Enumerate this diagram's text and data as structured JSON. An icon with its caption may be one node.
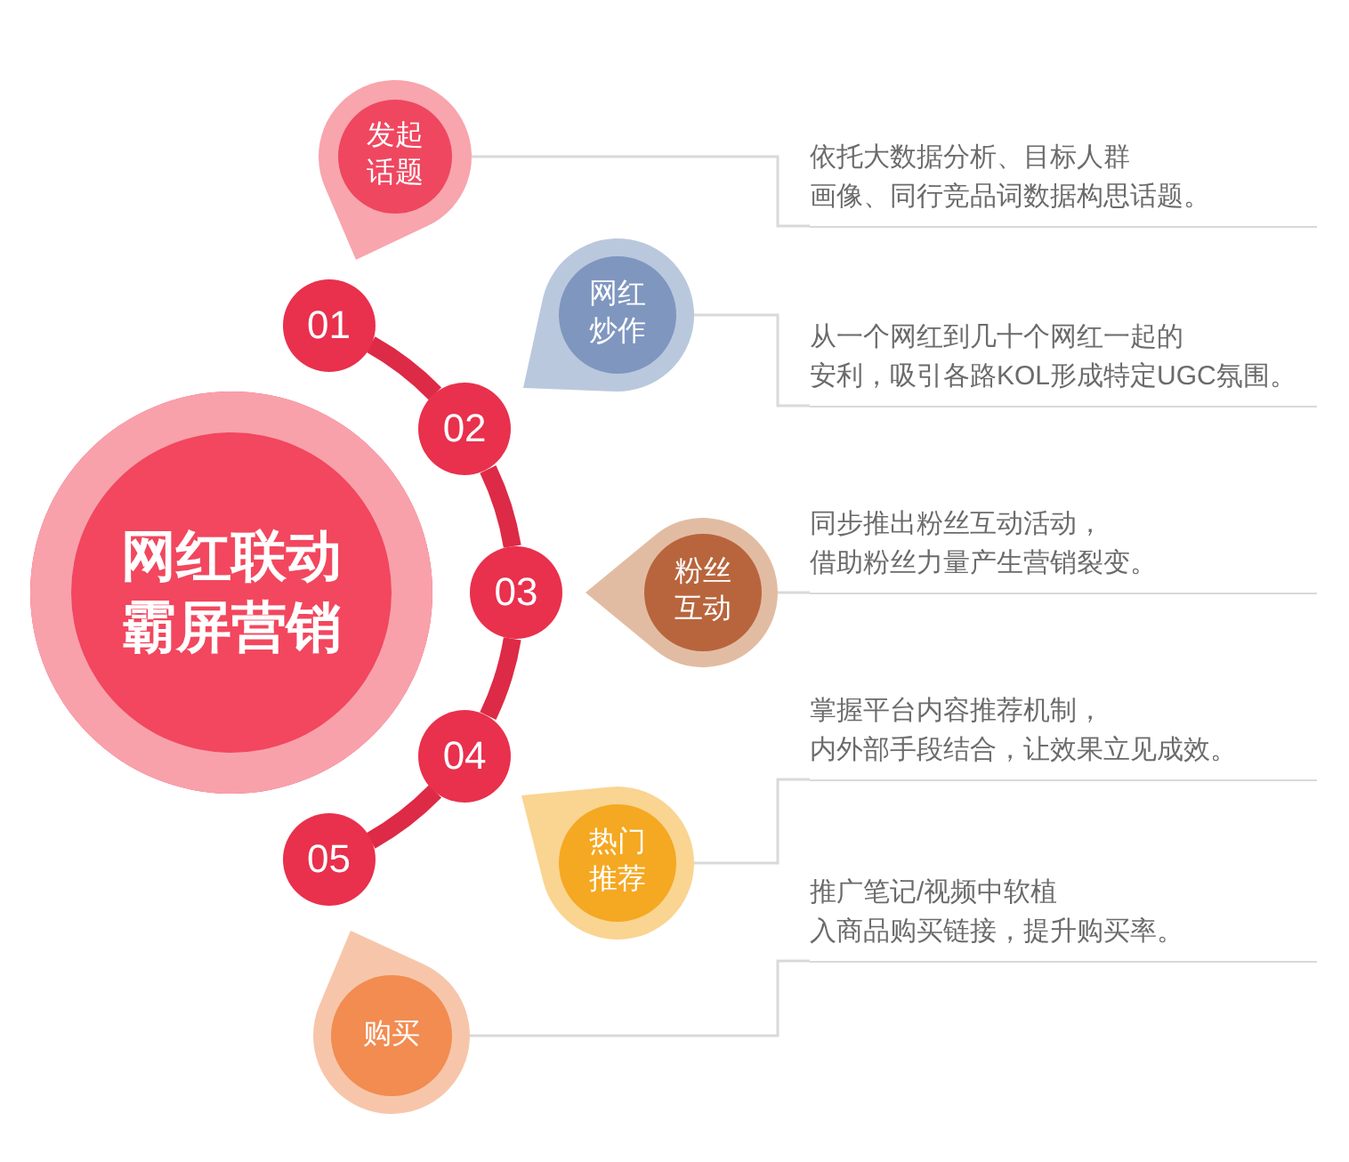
{
  "diagram": {
    "nodes": [
      {
        "text": [
          "网红联动霸屏营销"
        ]
      },
      {
        "text": [
          "01"
        ]
      },
      {
        "text": [
          "02"
        ]
      },
      {
        "text": [
          "03"
        ]
      },
      {
        "text": [
          "04"
        ]
      },
      {
        "text": [
          "05"
        ]
      },
      {
        "text": [
          "发起话题"
        ]
      },
      {
        "text": [
          "网红炒作"
        ]
      },
      {
        "text": [
          "粉丝互动"
        ]
      },
      {
        "text": [
          "热门推荐"
        ]
      },
      {
        "text": [
          "购买"
        ]
      },
      {
        "text": [
          "依托大数据分析、目标人群画像、同行竞品词数据构思话题。"
        ]
      },
      {
        "text": [
          "从一个网红到几十个网红一起的安利，吸引各路KOL形成特定UGC氛围。"
        ]
      },
      {
        "text": [
          "同步推出粉丝互动活动，借助粉丝力量产生营销裂变。"
        ]
      },
      {
        "text": [
          "掌握平台内容推荐机制，内外部手段结合，让效果立见成效。"
        ]
      },
      {
        "text": [
          "推广笔记/视频中软植入商品购买链接，提升购买率。"
        ]
      }
    ],
    "edges": [
      {
        "from": 1,
        "to": 2,
        "arrow": "none",
        "style": "thick",
        "color": "#dd2a46"
      },
      {
        "from": 2,
        "to": 3,
        "arrow": "none",
        "style": "thick",
        "color": "#dd2a46"
      },
      {
        "from": 3,
        "to": 4,
        "arrow": "none",
        "style": "thick",
        "color": "#dd2a46"
      },
      {
        "from": 4,
        "to": 5,
        "arrow": "none",
        "style": "thick",
        "color": "#dd2a46"
      },
      {
        "from": 6,
        "to": 11,
        "arrow": "none"
      },
      {
        "from": 7,
        "to": 12,
        "arrow": "none"
      },
      {
        "from": 8,
        "to": 13,
        "arrow": "none"
      },
      {
        "from": 9,
        "to": 14,
        "arrow": "none"
      },
      {
        "from": 10,
        "to": 15,
        "arrow": "none"
      }
    ]
  }
}
